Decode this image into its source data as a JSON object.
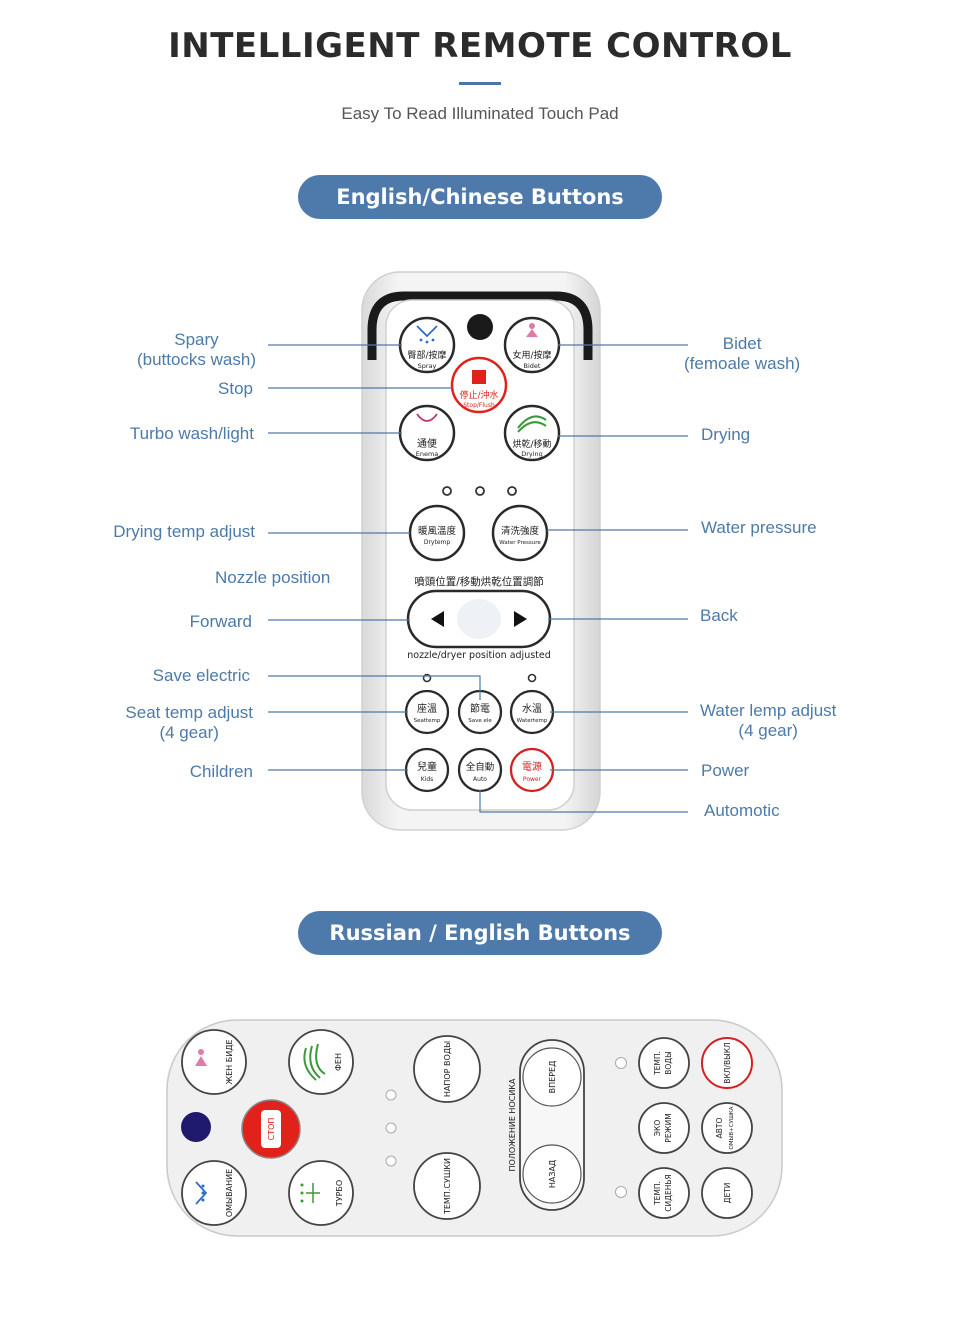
{
  "header": {
    "title": "INTELLIGENT REMOTE CONTROL",
    "subtitle": "Easy To Read Illuminated Touch Pad"
  },
  "sections": {
    "english_chinese": "English/Chinese Buttons",
    "russian_english": "Russian / English Buttons"
  },
  "labels_left": {
    "spray_1": "Spary",
    "spray_2": "(buttocks wash)",
    "stop": "Stop",
    "turbo": "Turbo wash/light",
    "drying_temp": "Drying temp adjust",
    "nozzle_position": "Nozzle position",
    "forward": "Forward",
    "save_electric": "Save electric",
    "seat_temp_1": "Seat temp adjust",
    "seat_temp_2": "(4 gear)",
    "children": "Children"
  },
  "labels_right": {
    "bidet_1": "Bidet",
    "bidet_2": "(femoale wash)",
    "drying": "Drying",
    "water_pressure": "Water pressure",
    "back": "Back",
    "water_temp_1": "Water lemp adjust",
    "water_temp_2": "(4 gear)",
    "power": "Power",
    "automatic": "Automotic"
  },
  "remote_cn": {
    "spray_cn": "臀部/按摩",
    "spray_en": "Spray",
    "bidet_cn": "女用/按摩",
    "bidet_en": "Bidet",
    "stop_cn": "停止/沖水",
    "stop_en": "Stop/Flush",
    "enema_cn": "通便",
    "enema_en": "Enema",
    "drying_cn": "烘乾/移動",
    "drying_en": "Drying",
    "drytemp_cn": "暖風溫度",
    "drytemp_en": "Drytemp",
    "pressure_cn": "清洗強度",
    "pressure_en": "Water Pressure",
    "nozzle_cn": "噴頭位置/移動烘乾位置調節",
    "nozzle_en": "nozzle/dryer position adjusted",
    "seat_cn": "座溫",
    "seat_en": "Seattemp",
    "save_cn": "節電",
    "save_en": "Save ele",
    "water_cn": "水溫",
    "water_en": "Watertemp",
    "kids_cn": "兒童",
    "kids_en": "Kids",
    "auto_cn": "全自動",
    "auto_en": "Auto",
    "power_cn": "電源",
    "power_en": "Power"
  },
  "remote_ru": {
    "bidet": "ЖЕН БИДЕ",
    "fen": "ФЕН",
    "stop": "СТОП",
    "wash": "ОМЫВАНИЕ",
    "turbo": "ТУРБО",
    "pressure": "НАПОР ВОДЫ",
    "dry_temp": "ТЕМП.СУШКИ",
    "nozzle_pos": "ПОЛОЖЕНИЕ НОСИКА",
    "forward": "ВПЕРЕД",
    "back": "НАЗАД",
    "water_temp_1": "ТЕМП.",
    "water_temp_2": "ВОДЫ",
    "eco_1": "ЭКО",
    "eco_2": "РЕЖИМ",
    "seat_temp_1": "ТЕМП.",
    "seat_temp_2": "СИДЕНЬЯ",
    "power": "ВКЛ/ВЫКЛ",
    "auto_1": "АВТО",
    "auto_2": "ОМЫВ+СУШКА",
    "kids": "ДЕТИ"
  },
  "colors": {
    "accent": "#4e7aab",
    "label_text": "#4d7aa8",
    "stop_red": "#e0221b",
    "bidet_pink": "#e07aa8",
    "drying_green": "#3a9a3a",
    "spray_blue": "#2a6fc9",
    "power_red": "#d42020"
  }
}
